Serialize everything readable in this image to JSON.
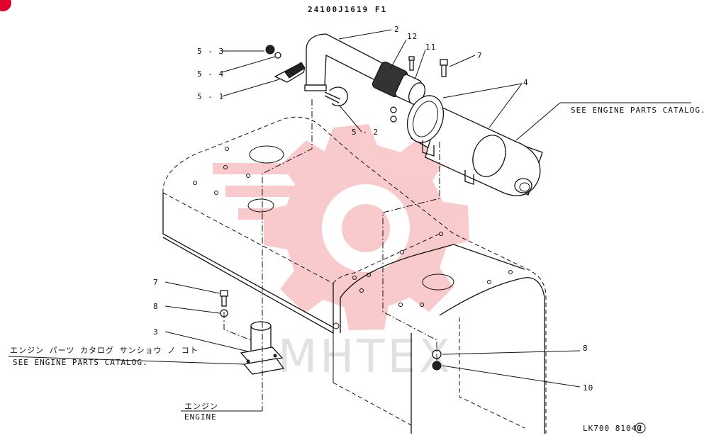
{
  "header": {
    "drawing_code": "24100J1619 F1"
  },
  "footer": {
    "model_ref": "LK700  81040",
    "revision": "2"
  },
  "watermark": {
    "text": "MHTEX",
    "color": "#e03a3a"
  },
  "callouts": {
    "part_2": "2",
    "part_12": "12",
    "part_11": "11",
    "part_7_top": "7",
    "part_4": "4",
    "part_5_3": "5 - 3",
    "part_5_4": "5 - 4",
    "part_5_1": "5 - 1",
    "part_5_2": "5 - 2",
    "part_7_left": "7",
    "part_8_left": "8",
    "part_3": "3",
    "part_8_right": "8",
    "part_10": "10"
  },
  "notes": {
    "engine_catalog_jp": "エンジン パーツ カタログ サンショウ ノ コト",
    "engine_catalog_en": "SEE ENGINE PARTS CATALOG.",
    "engine_catalog_top": "SEE ENGINE PARTS CATALOG.",
    "engine_jp": "エンジン",
    "engine_en": "ENGINE"
  }
}
